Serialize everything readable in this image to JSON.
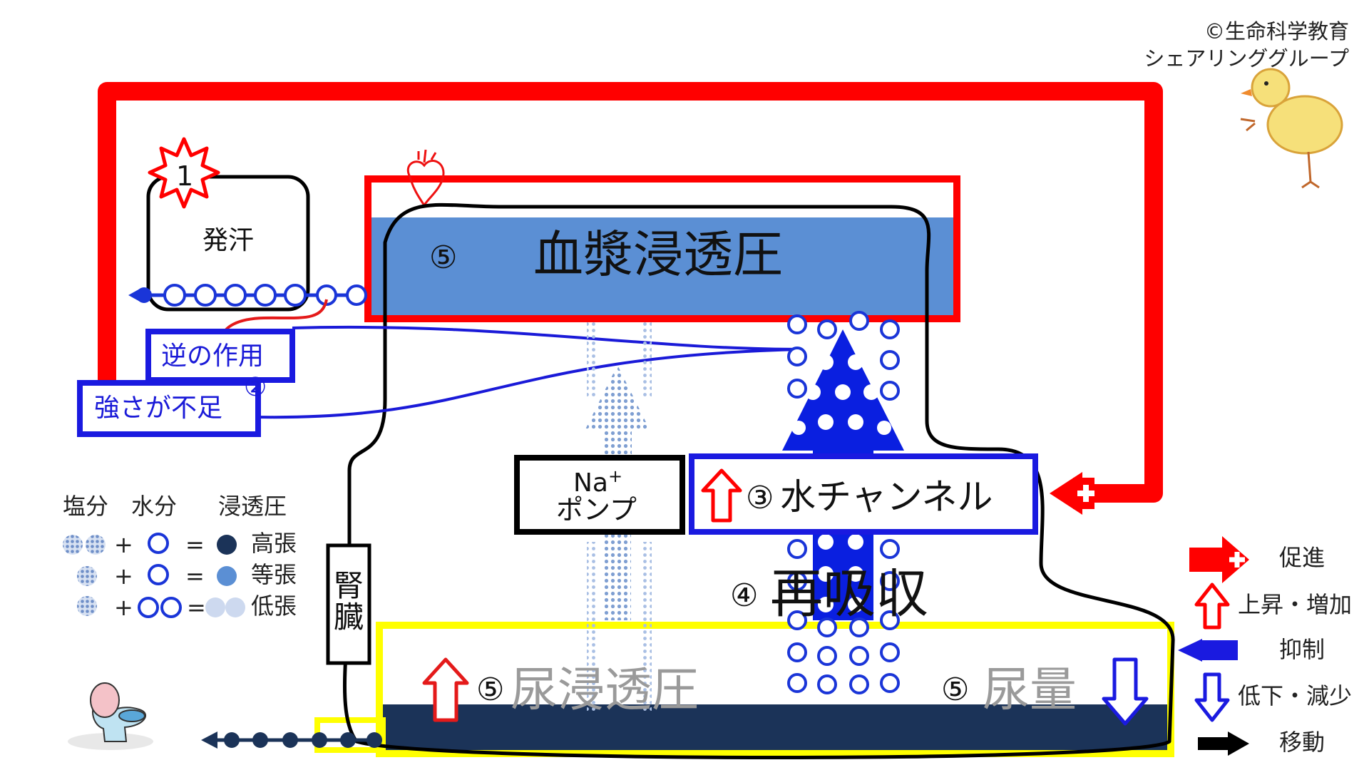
{
  "credit": {
    "line1": "©生命科学教育",
    "line2": "シェアリンググループ"
  },
  "sweat": {
    "badge": "1",
    "label": "発汗"
  },
  "plasma": {
    "number": "⑤",
    "label": "血漿浸透圧"
  },
  "inverse_box": {
    "label": "逆の作用"
  },
  "insufficient_box": {
    "label": "強さが不足",
    "number": "②"
  },
  "pump": {
    "line1": "Na",
    "sup": "+",
    "line2": "ポンプ"
  },
  "water_channel": {
    "prefix": "③",
    "label": "水チャンネル"
  },
  "reabsorption": {
    "number": "④",
    "label": "再吸収"
  },
  "kidney": {
    "label": "腎臓"
  },
  "urine_osm": {
    "number": "⑤",
    "label": "尿浸透圧"
  },
  "urine_vol": {
    "number": "⑤",
    "label": "尿量"
  },
  "left_legend": {
    "headers": [
      "塩分",
      "水分",
      "浸透圧"
    ],
    "rows": [
      {
        "plus": "+",
        "eq": "=",
        "label": "高張"
      },
      {
        "plus": "+",
        "eq": "=",
        "label": "等張"
      },
      {
        "plus": "+",
        "eq": "=",
        "label": "低張"
      }
    ]
  },
  "right_legend": [
    {
      "icon": "promote-arrow-icon",
      "label": "促進"
    },
    {
      "icon": "up-arrow-icon",
      "label": "上昇・増加"
    },
    {
      "icon": "inhibit-arrow-icon",
      "label": "抑制"
    },
    {
      "icon": "down-arrow-icon",
      "label": "低下・減少"
    },
    {
      "icon": "move-arrow-icon",
      "label": "移動"
    }
  ],
  "colors": {
    "red": "#ff0000",
    "blue": "#0000ee",
    "plasma_fill": "#5b8fd4",
    "urine_fill": "#1b3358",
    "yellow": "#ffff00",
    "pale": "#c6d6f0"
  }
}
